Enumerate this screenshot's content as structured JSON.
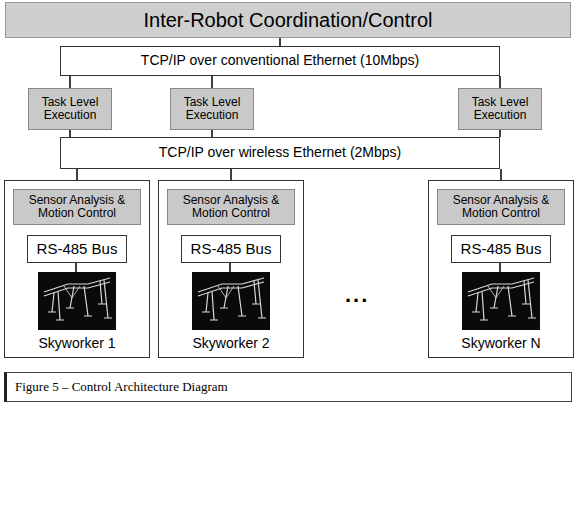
{
  "diagram": {
    "caption": "Figure 5 – Control Architecture Diagram",
    "nodes": [
      {
        "text": [
          "Inter-Robot Coordination/Control"
        ]
      },
      {
        "text": [
          "TCP/IP over conventional Ethernet (10Mbps)"
        ]
      },
      {
        "text": [
          "Task Level Execution"
        ]
      },
      {
        "text": [
          "Task Level Execution"
        ]
      },
      {
        "text": [
          "Task Level Execution"
        ]
      },
      {
        "text": [
          "TCP/IP over wireless Ethernet (2Mbps)"
        ]
      },
      {
        "text": [
          "Skyworker 1"
        ]
      },
      {
        "text": [
          "Sensor Analysis & Motion Control"
        ],
        "in": 6
      },
      {
        "text": [
          "RS-485 Bus"
        ],
        "in": 6
      },
      {
        "text": [
          "Skyworker 2"
        ]
      },
      {
        "text": [
          "Sensor Analysis & Motion Control"
        ],
        "in": 9
      },
      {
        "text": [
          "RS-485 Bus"
        ],
        "in": 9
      },
      {
        "text": [
          "Skyworker N"
        ]
      },
      {
        "text": [
          "Sensor Analysis & Motion Control"
        ],
        "in": 12
      },
      {
        "text": [
          "RS-485 Bus"
        ],
        "in": 12
      }
    ],
    "edges": [
      {
        "from": 0,
        "to": 1,
        "arrow": "none"
      },
      {
        "from": 1,
        "to": 2,
        "arrow": "none"
      },
      {
        "from": 1,
        "to": 3,
        "arrow": "none"
      },
      {
        "from": 1,
        "to": 4,
        "arrow": "none"
      },
      {
        "from": 2,
        "to": 5,
        "arrow": "none"
      },
      {
        "from": 3,
        "to": 5,
        "arrow": "none"
      },
      {
        "from": 4,
        "to": 5,
        "arrow": "none"
      },
      {
        "from": 5,
        "to": 7,
        "arrow": "none"
      },
      {
        "from": 5,
        "to": 10,
        "arrow": "none"
      },
      {
        "from": 5,
        "to": 13,
        "arrow": "none"
      },
      {
        "from": 7,
        "to": 8,
        "arrow": "none"
      },
      {
        "from": 10,
        "to": 11,
        "arrow": "none"
      },
      {
        "from": 13,
        "to": 14,
        "arrow": "none"
      }
    ],
    "labels": [
      "..."
    ]
  }
}
